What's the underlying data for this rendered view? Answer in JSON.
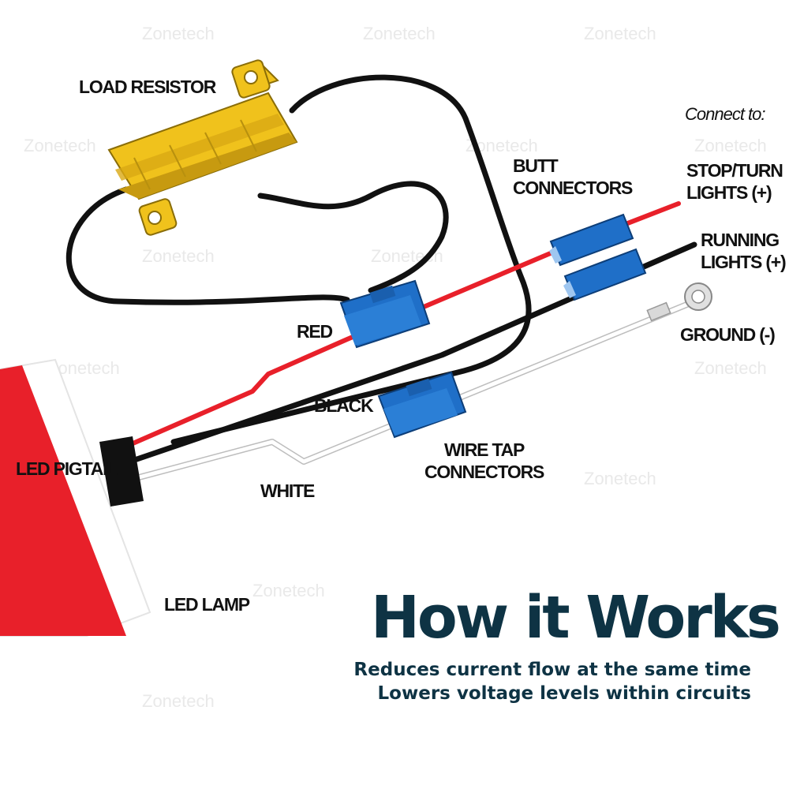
{
  "labels": {
    "load_resistor": "LOAD RESISTOR",
    "butt_connectors_1": "BUTT",
    "butt_connectors_2": "CONNECTORS",
    "connect_to": "Connect to:",
    "stop_turn_1": "STOP/TURN",
    "stop_turn_2": "LIGHTS (+)",
    "running_1": "RUNNING",
    "running_2": "LIGHTS (+)",
    "ground": "GROUND (-)",
    "red": "RED",
    "black": "BLACK",
    "white": "WHITE",
    "led_pigtail": "LED PIGTAIL",
    "wire_tap_1": "WIRE TAP",
    "wire_tap_2": "CONNECTORS",
    "led_lamp": "LED LAMP"
  },
  "headline": {
    "title": "How it Works",
    "line1": "Reduces current flow at the same time",
    "line2": "Lowers voltage levels within circuits"
  },
  "watermark": "Zonetech",
  "colors": {
    "wire_red": "#e8202a",
    "wire_black": "#111111",
    "connector_blue": "#1f6fc8",
    "resistor_gold": "#f0c21c",
    "lamp_red": "#e8202a",
    "title_color": "#0e3344"
  }
}
